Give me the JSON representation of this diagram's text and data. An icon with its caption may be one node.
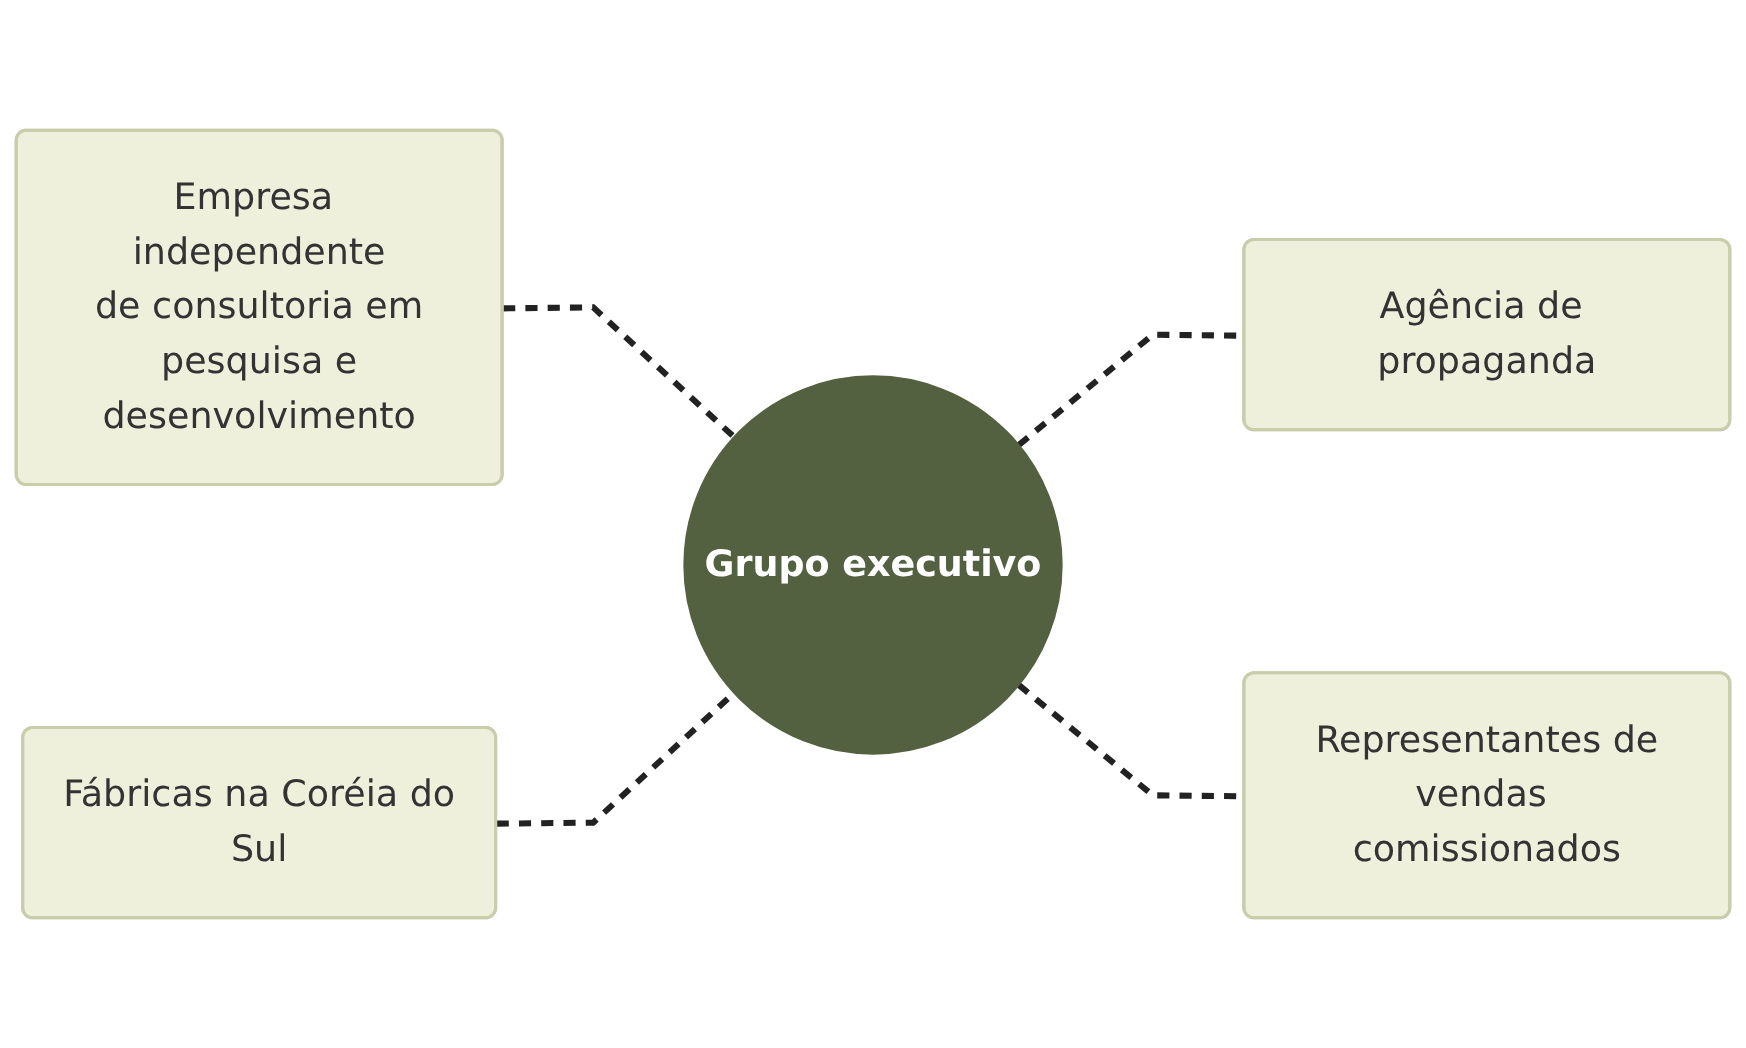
{
  "diagram": {
    "nodes": [
      {
        "text": [
          "Empresa independente de consultoria em pesquisa e desenvolvimento"
        ]
      },
      {
        "text": [
          "Agência de propaganda"
        ]
      },
      {
        "text": [
          "Grupo executivo"
        ]
      },
      {
        "text": [
          "Fábricas na Coréia do Sul"
        ]
      },
      {
        "text": [
          "Representantes de vendas comissionados"
        ]
      }
    ],
    "edges": [
      {
        "from": 0,
        "to": 2,
        "arrow": "none",
        "style": "dashed"
      },
      {
        "from": 2,
        "to": 1,
        "arrow": "none",
        "style": "dashed"
      },
      {
        "from": 3,
        "to": 2,
        "arrow": "none",
        "style": "dashed"
      },
      {
        "from": 2,
        "to": 4,
        "arrow": "none",
        "style": "dashed"
      }
    ]
  }
}
